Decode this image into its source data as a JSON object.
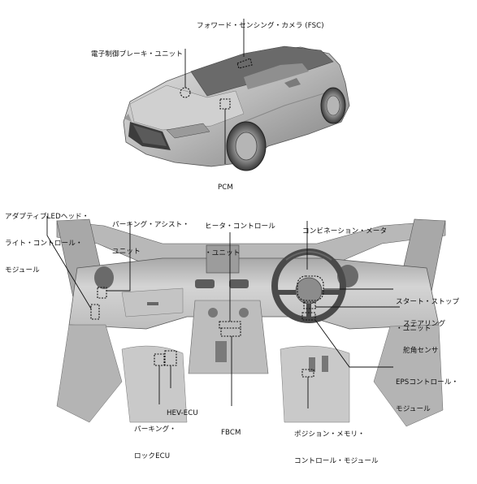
{
  "labels": {
    "fsc": [
      "フォワード・センシング・カメラ (FSC)"
    ],
    "brake": [
      "電子制御ブレーキ・ユニット"
    ],
    "pcm": [
      "PCM"
    ],
    "headlight": [
      "アダプティブLEDヘッド・",
      "ライト・コントロール・",
      "モジュール"
    ],
    "parking_assist": [
      "パーキング・アシスト・",
      "ユニット"
    ],
    "heater": [
      "ヒータ・コントロール",
      "・ユニット"
    ],
    "combination_meter": [
      "コンビネーション・メータ"
    ],
    "start_stop": [
      "スタート・ストップ",
      "・ユニット"
    ],
    "steering_sensor": [
      "ステアリング",
      "舵角センサ"
    ],
    "eps": [
      "EPSコントロール・",
      "モジュール"
    ],
    "hev_ecu": [
      "HEV-ECU"
    ],
    "parking_lock": [
      "パーキング・",
      "ロックECU"
    ],
    "fbcm": [
      "FBCM"
    ],
    "position_memory": [
      "ポジション・メモリ・",
      "コントロール・モジュール"
    ]
  },
  "colors": {
    "body": "#c8c8c8",
    "line": "#111111",
    "background": "#ffffff"
  }
}
